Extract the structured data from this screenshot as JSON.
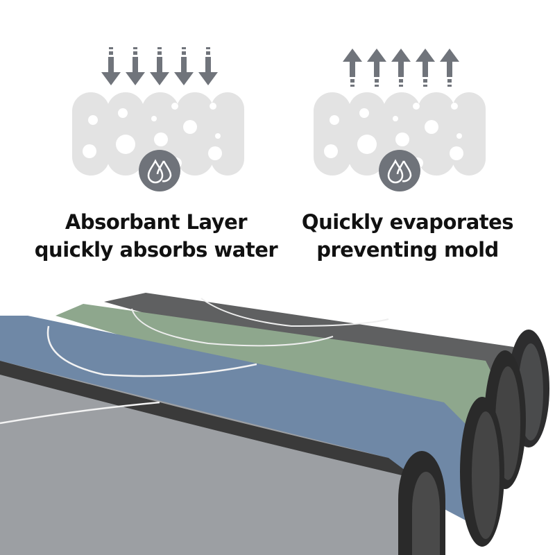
{
  "left_panel": {
    "line1": "Absorbant Layer",
    "line2": "quickly absorbs water",
    "arrow_direction": "down",
    "icon": "water-drops-icon"
  },
  "right_panel": {
    "line1": "Quickly evaporates",
    "line2": "preventing mold",
    "arrow_direction": "up",
    "icon": "water-drops-icon"
  },
  "colors": {
    "layer": "#e3e3e3",
    "arrow": "#70747b",
    "icon_bg": "#6f737a",
    "mat_dark": "#5f6061",
    "mat_green": "#8ea78d",
    "mat_blue": "#6f88a6",
    "mat_light": "#9c9fa3"
  }
}
